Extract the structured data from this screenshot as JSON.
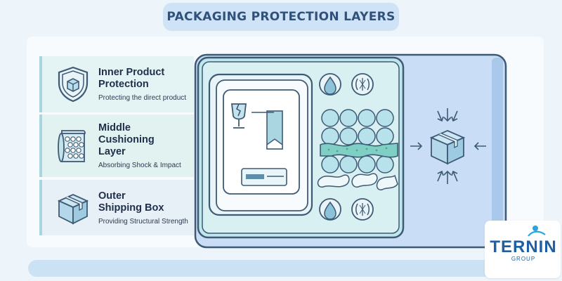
{
  "title": "PACKAGING PROTECTION LAYERS",
  "layers": [
    {
      "title_line1": "Inner Product",
      "title_line2": "Protection",
      "title_line3": "",
      "subtitle": "Protecting the direct product",
      "icon": "shield-box-icon"
    },
    {
      "title_line1": "Middle",
      "title_line2": "Cushioning",
      "title_line3": "Layer",
      "subtitle": "Absorbing Shock & Impact",
      "icon": "bubble-wrap-icon"
    },
    {
      "title_line1": "Outer",
      "title_line2": "Shipping Box",
      "title_line3": "",
      "subtitle": "Providing Structural Strength",
      "icon": "cardboard-box-icon"
    }
  ],
  "logo": {
    "name": "TERNIN",
    "sub": "GROUP"
  },
  "colors": {
    "title_bg": "#cfe3f6",
    "title_text": "#31507a",
    "outer_box": "#c9def6",
    "middle_layer": "#bfe6ea",
    "inner_layer": "#f4f9fc",
    "stroke": "#3e5a74",
    "logo_blue": "#1f5fa3"
  }
}
